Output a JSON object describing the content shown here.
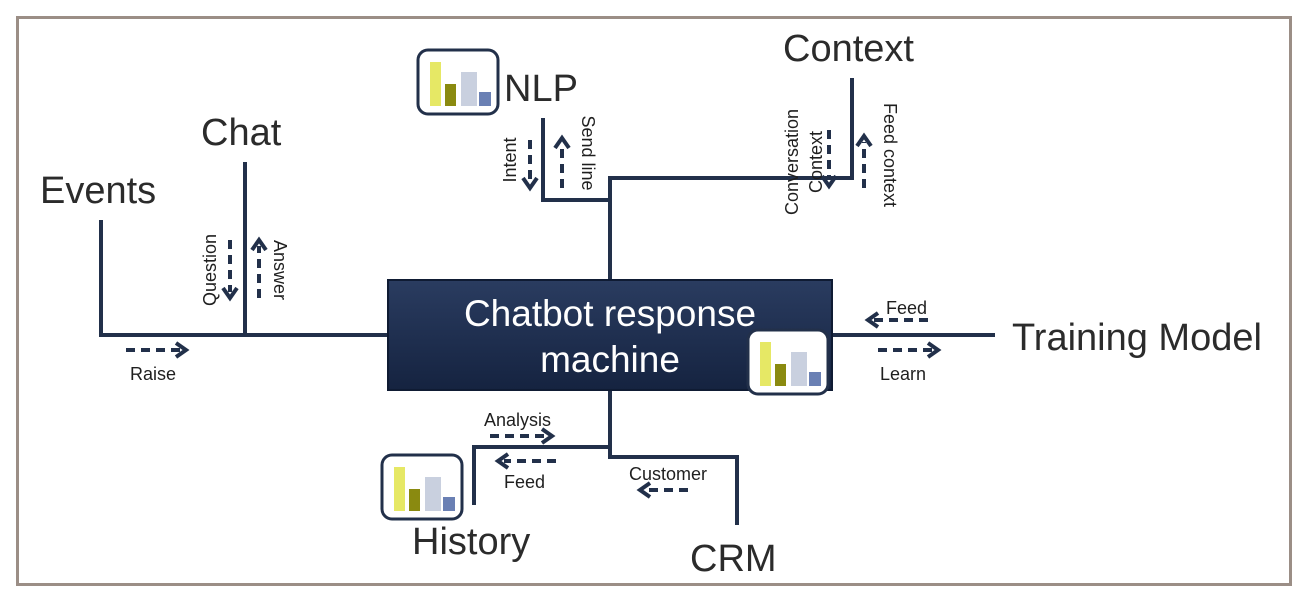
{
  "diagram": {
    "core": {
      "line1": "Chatbot response",
      "line2": "machine"
    },
    "nodes": {
      "events": "Events",
      "chat": "Chat",
      "nlp": "NLP",
      "context": "Context",
      "training": "Training Model",
      "history": "History",
      "crm": "CRM"
    },
    "flows": {
      "raise": "Raise",
      "question": "Question",
      "answer": "Answer",
      "intent": "Intent",
      "send_line": "Send line",
      "conversation": "Conversation",
      "context_word": "Context",
      "feed_context": "Feed context",
      "feed_training": "Feed",
      "learn": "Learn",
      "analysis": "Analysis",
      "feed_history": "Feed",
      "customer": "Customer"
    },
    "colors": {
      "core_bg": "#1c2c4c",
      "lines": "#22304a",
      "frame": "#9b8e86",
      "icon_bars": [
        "#e6e865",
        "#8a8a10",
        "#c9d0df",
        "#6a80b4"
      ]
    },
    "icons": [
      "bar-chart-icon",
      "bar-chart-icon",
      "bar-chart-icon"
    ]
  }
}
